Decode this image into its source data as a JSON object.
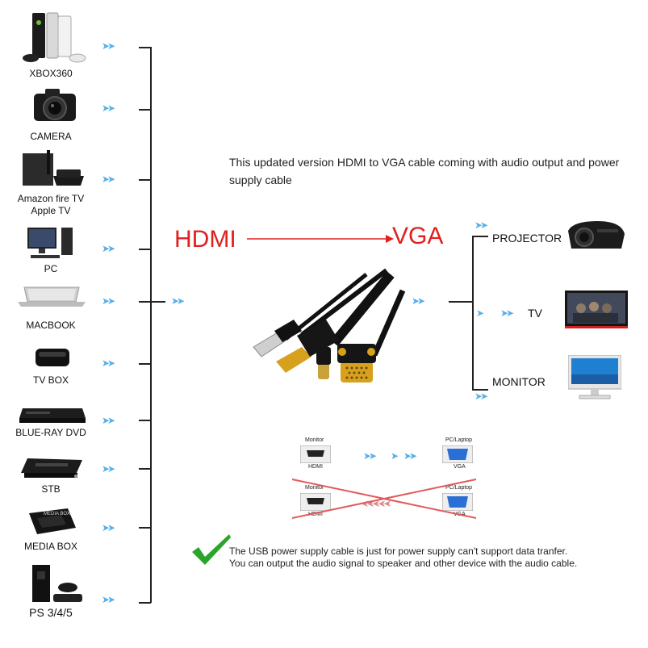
{
  "devices": [
    {
      "label": "XBOX360",
      "icon": "xbox360-icon"
    },
    {
      "label": "CAMERA",
      "icon": "camera-icon"
    },
    {
      "label": "Amazon fire TV\nApple TV",
      "icon": "streaming-box-icon"
    },
    {
      "label": "PC",
      "icon": "desktop-pc-icon"
    },
    {
      "label": "MACBOOK",
      "icon": "laptop-icon"
    },
    {
      "label": "TV BOX",
      "icon": "tv-box-icon"
    },
    {
      "label": "BLUE-RAY DVD",
      "icon": "bluray-player-icon"
    },
    {
      "label": "STB",
      "icon": "set-top-box-icon"
    },
    {
      "label": "MEDIA BOX",
      "icon": "media-box-icon"
    },
    {
      "label": "PS 3/4/5",
      "icon": "playstation-icon"
    }
  ],
  "description": "This updated version HDMI to VGA cable coming with audio output and power supply cable",
  "hdmi_label": "HDMI",
  "vga_label": "VGA",
  "outputs": [
    {
      "label": "PROJECTOR",
      "icon": "projector-icon"
    },
    {
      "label": "TV",
      "icon": "tv-icon"
    },
    {
      "label": "MONITOR",
      "icon": "monitor-icon"
    }
  ],
  "direction_diagram": {
    "valid": {
      "left_top": "Monitor",
      "left_bottom": "HDMI",
      "right_top": "PC/Laptop",
      "right_bottom": "VGA"
    },
    "invalid": {
      "left_top": "Monitor",
      "left_bottom": "HDMI",
      "right_top": "PC/Laptop",
      "right_bottom": "VGA"
    }
  },
  "note": {
    "line1": "The USB power supply cable is just for power supply can't support data tranfer.",
    "line2": "You can output the audio signal to speaker and other device with the audio cable."
  },
  "colors": {
    "arrow": "#57b0ea",
    "red": "#e0201f",
    "check": "#2aa52a"
  }
}
